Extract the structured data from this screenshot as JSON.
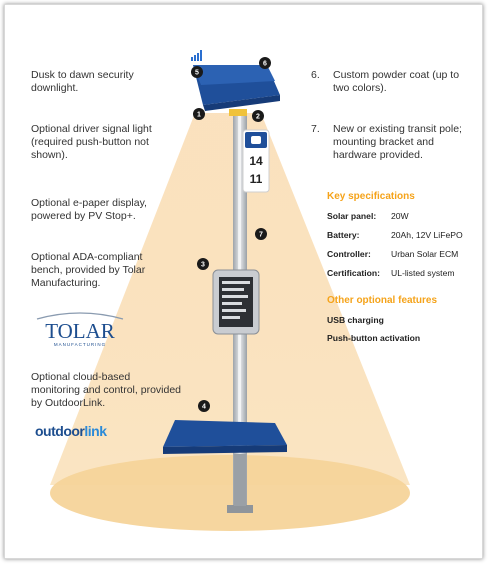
{
  "left_features": [
    {
      "text": "Dusk to dawn security downlight."
    },
    {
      "text": "Optional driver signal light (required push-button not shown)."
    },
    {
      "text": "Optional e-paper display, powered by PV Stop+."
    },
    {
      "text": "Optional ADA-compliant bench, provided by Tolar Manufacturing."
    },
    {
      "text": "Optional cloud-based monitoring and control, provided by OutdoorLink."
    }
  ],
  "right_features": [
    {
      "number": "6.",
      "text": "Custom powder coat (up to two colors)."
    },
    {
      "number": "7.",
      "text": "New or existing transit pole; mounting bracket and hardware provided."
    }
  ],
  "key_specs": {
    "heading": "Key specifications",
    "rows": [
      {
        "label": "Solar panel:",
        "value": "20W"
      },
      {
        "label": "Battery:",
        "value": "20Ah, 12V LiFePO"
      },
      {
        "label": "Controller:",
        "value": "Urban Solar ECM"
      },
      {
        "label": "Certification:",
        "value": "UL-listed system"
      }
    ]
  },
  "other_features": {
    "heading": "Other optional features",
    "items": [
      "USB charging",
      "Push-button activation"
    ]
  },
  "callouts": [
    "1",
    "2",
    "3",
    "4",
    "5",
    "6",
    "7"
  ],
  "sign_numbers": [
    "14",
    "11"
  ],
  "logos": {
    "tolar_main": "TOLAR",
    "tolar_sub": "MANUFACTURING",
    "outdoor_a": "outdoor",
    "outdoor_b": "link"
  },
  "colors": {
    "panel_blue": "#1f4f9a",
    "accent_orange": "#f5a31a",
    "glow": "#f6d6a0"
  }
}
